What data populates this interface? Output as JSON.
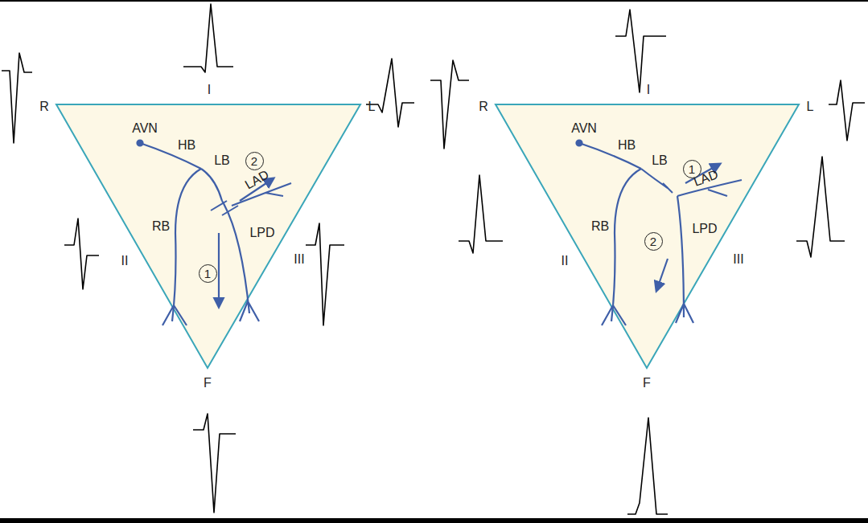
{
  "diagram": {
    "nodes": [
      {
        "text": [
          "2"
        ]
      },
      {
        "text": [
          "1"
        ]
      },
      {
        "text": [
          "1"
        ]
      },
      {
        "text": [
          "2"
        ]
      }
    ],
    "labels": [
      "I",
      "R",
      "L",
      "AVN",
      "HB",
      "LB",
      "LAD",
      "RB",
      "LPD",
      "II",
      "III",
      "F",
      "I",
      "R",
      "L",
      "AVN",
      "HB",
      "LB",
      "LAD",
      "RB",
      "LPD",
      "II",
      "III",
      "F"
    ]
  }
}
